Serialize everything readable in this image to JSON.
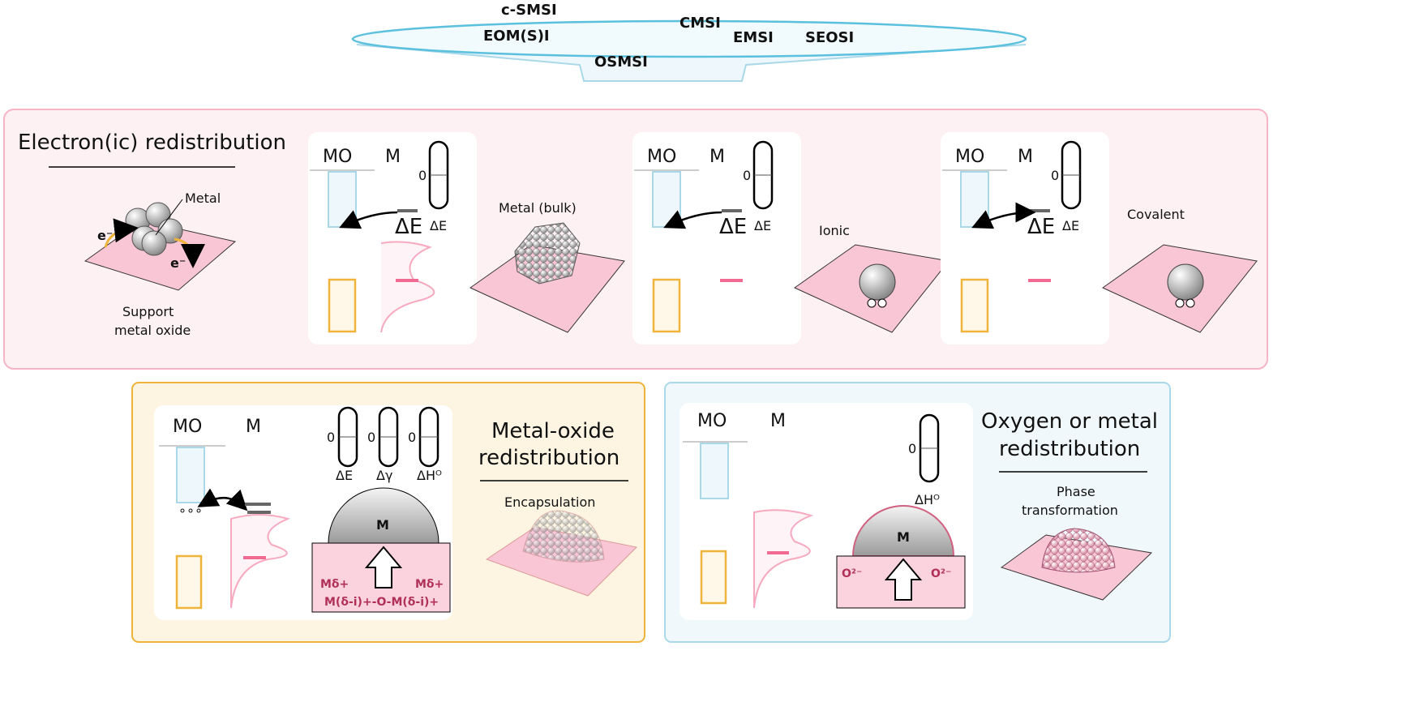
{
  "top_labels": {
    "c_smsi": "c-SMSI",
    "eom": "EOM(S)I",
    "osmsi": "OSMSI",
    "cmsi": "CMSI",
    "emsi": "EMSI",
    "seosi": "SEOSI"
  },
  "electronic": {
    "title": "Electron(ic) redistribution",
    "metal_label": "Metal",
    "electron_label": "e⁻",
    "support_label_1": "Support",
    "support_label_2": "metal oxide",
    "panels": [
      {
        "mo": "MO",
        "m": "M",
        "zero": "0",
        "delta_e_big": "ΔE",
        "delta_e": "ΔE",
        "caption": "Metal (bulk)"
      },
      {
        "mo": "MO",
        "m": "M",
        "zero": "0",
        "delta_e_big": "ΔE",
        "delta_e": "ΔE",
        "caption": "Ionic"
      },
      {
        "mo": "MO",
        "m": "M",
        "zero": "0",
        "delta_e_big": "ΔE",
        "delta_e": "ΔE",
        "caption": "Covalent"
      }
    ]
  },
  "metal_oxide": {
    "title_1": "Metal-oxide",
    "title_2": "redistribution",
    "subtitle": "Encapsulation",
    "mo": "MO",
    "m": "M",
    "zero": "0",
    "gauges": [
      "ΔE",
      "Δγ",
      "ΔHᴼ"
    ],
    "metal": "M",
    "m_delta_left": "Mδ+",
    "m_delta_right": "Mδ+",
    "formula": "M(δ-i)+-O-M(δ-i)+"
  },
  "oxygen": {
    "title_1": "Oxygen or metal",
    "title_2": "redistribution",
    "subtitle_1": "Phase",
    "subtitle_2": "transformation",
    "mo": "MO",
    "m": "M",
    "zero": "0",
    "gauge": "ΔHᴼ",
    "metal": "M",
    "o_left": "O²⁻",
    "o_right": "O²⁻"
  },
  "colors": {
    "pink": "#f7b4c6",
    "yellow": "#f0b43a",
    "blue": "#a9d8e8",
    "dos": "#f06a92"
  }
}
